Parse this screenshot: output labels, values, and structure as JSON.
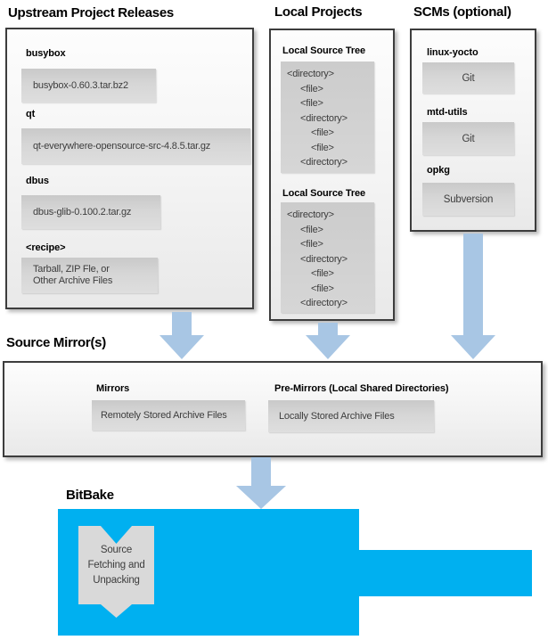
{
  "upstream": {
    "title": "Upstream Project Releases",
    "items": [
      {
        "label": "busybox",
        "lines": [
          "busybox-0.60.3.tar.bz2"
        ]
      },
      {
        "label": "qt",
        "lines": [
          "qt-everywhere-opensource-src-4.8.5.tar.gz"
        ]
      },
      {
        "label": "dbus",
        "lines": [
          "dbus-glib-0.100.2.tar.gz"
        ]
      },
      {
        "label": "<recipe>",
        "lines": [
          "Tarball, ZIP Fle, or",
          "Other Archive Files"
        ]
      }
    ]
  },
  "local_projects": {
    "title": "Local Projects",
    "trees": [
      {
        "label": "Local Source Tree",
        "lines": [
          "<directory>",
          "<file>",
          "<file>",
          "<directory>",
          "<file>",
          "<file>",
          "<directory>"
        ]
      },
      {
        "label": "Local Source Tree",
        "lines": [
          "<directory>",
          "<file>",
          "<file>",
          "<directory>",
          "<file>",
          "<file>",
          "<directory>"
        ]
      }
    ]
  },
  "scms": {
    "title": "SCMs (optional)",
    "items": [
      {
        "label": "linux-yocto",
        "value": "Git"
      },
      {
        "label": "mtd-utils",
        "value": "Git"
      },
      {
        "label": "opkg",
        "value": "Subversion"
      }
    ]
  },
  "source_mirrors": {
    "title": "Source Mirror(s)",
    "items": [
      {
        "label": "Mirrors",
        "value": "Remotely Stored Archive Files"
      },
      {
        "label": "Pre-Mirrors (Local Shared Directories)",
        "value": "Locally Stored Archive Files"
      }
    ]
  },
  "bitbake": {
    "title": "BitBake",
    "process_lines": [
      "Source",
      "Fetching and",
      "Unpacking"
    ]
  },
  "icons": {
    "flow_arrow": "arrow-down-icon"
  },
  "colors": {
    "bitbake_blue": "#00b0f0",
    "arrow_blue": "#a8c6e4",
    "panel_border": "#3d3d3d"
  }
}
